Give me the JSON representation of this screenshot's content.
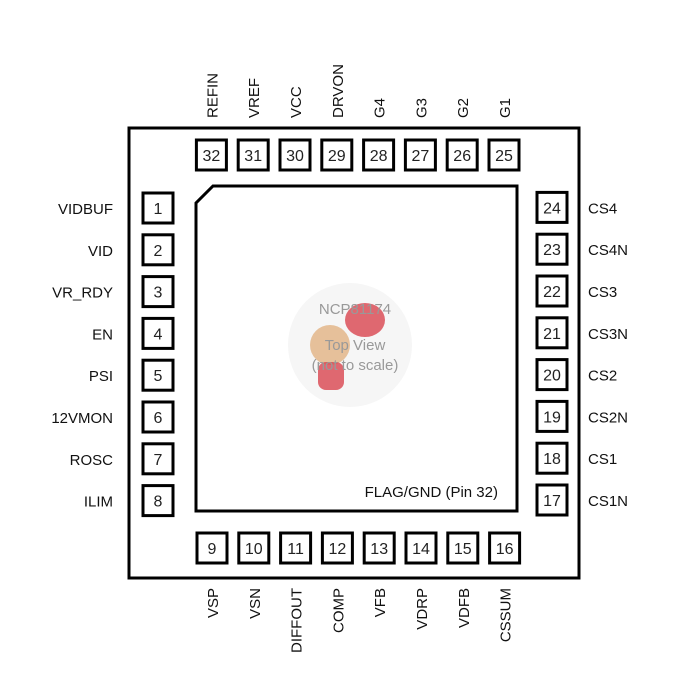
{
  "chip": {
    "part_number": "NCP81174",
    "view_label": "Top View",
    "scale_note": "(not to scale)",
    "flag_label": "FLAG/GND (Pin 32)"
  },
  "pins": {
    "left": [
      {
        "num": "1",
        "name": "VIDBUF"
      },
      {
        "num": "2",
        "name": "VID"
      },
      {
        "num": "3",
        "name": "VR_RDY"
      },
      {
        "num": "4",
        "name": "EN"
      },
      {
        "num": "5",
        "name": "PSI"
      },
      {
        "num": "6",
        "name": "12VMON"
      },
      {
        "num": "7",
        "name": "ROSC"
      },
      {
        "num": "8",
        "name": "ILIM"
      }
    ],
    "bottom": [
      {
        "num": "9",
        "name": "VSP"
      },
      {
        "num": "10",
        "name": "VSN"
      },
      {
        "num": "11",
        "name": "DIFFOUT"
      },
      {
        "num": "12",
        "name": "COMP"
      },
      {
        "num": "13",
        "name": "VFB"
      },
      {
        "num": "14",
        "name": "VDRP"
      },
      {
        "num": "15",
        "name": "VDFB"
      },
      {
        "num": "16",
        "name": "CSSUM"
      }
    ],
    "right": [
      {
        "num": "17",
        "name": "CS1N"
      },
      {
        "num": "18",
        "name": "CS1"
      },
      {
        "num": "19",
        "name": "CS2N"
      },
      {
        "num": "20",
        "name": "CS2"
      },
      {
        "num": "21",
        "name": "CS3N"
      },
      {
        "num": "22",
        "name": "CS3"
      },
      {
        "num": "23",
        "name": "CS4N"
      },
      {
        "num": "24",
        "name": "CS4"
      }
    ],
    "top": [
      {
        "num": "25",
        "name": "G1"
      },
      {
        "num": "26",
        "name": "G2"
      },
      {
        "num": "27",
        "name": "G3"
      },
      {
        "num": "28",
        "name": "G4"
      },
      {
        "num": "29",
        "name": "DRVON"
      },
      {
        "num": "30",
        "name": "VCC"
      },
      {
        "num": "31",
        "name": "VREF"
      },
      {
        "num": "32",
        "name": "REFIN"
      }
    ]
  }
}
